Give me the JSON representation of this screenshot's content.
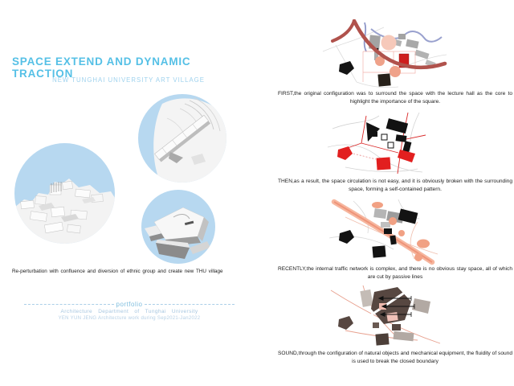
{
  "header": {
    "title": "SPACE EXTEND AND DYNAMIC TRACTION",
    "subtitle": "NEW TUNGHAI UNIVERSITY ART VILLAGE"
  },
  "left_panel": {
    "caption": "Re-perturbation with confluence and diversion of ethnic group and create new THU village",
    "renders": [
      {
        "name": "terrain-bridge-render"
      },
      {
        "name": "village-massing-render"
      },
      {
        "name": "building-closeup-render"
      }
    ]
  },
  "right_panel": {
    "figures": [
      {
        "id": "first",
        "caption": "FIRST,the original configuration was to surround the space with the lecture hall as the core to highlight the importance of the square."
      },
      {
        "id": "then",
        "caption": "THEN,as a result, the space circulation is not easy, and it is obviously broken with the surrounding space, forming a self-contained pattern."
      },
      {
        "id": "recently",
        "caption": "RECENTLY,the internal traffic network is complex, and there is no obvious stay space, all of which are cut by passive lines"
      },
      {
        "id": "sound",
        "caption": "SOUND,through the configuration of natural objects and mechanical equipment, the fluidity of sound is used to break the closed boundary"
      }
    ]
  },
  "footer": {
    "label": "portfolio",
    "department": "Architecture Department of Tunghai University",
    "author_line": "YEN YUN JENG Architecture work during Sep2021-Jan2022"
  },
  "colors": {
    "accent_blue": "#55c0e6",
    "subtitle_blue": "#9fd2ee",
    "footer_blue": "#a6c6e0",
    "circle_sky": "#b7d8f0",
    "road_dark_red": "#b0524c",
    "river_blue": "#8d96c8",
    "lecture_hall_red": "#ce1e1e",
    "highlight_red": "#e21f1f",
    "traffic_salmon": "#ef9479",
    "sound_brown": "#574741",
    "text_black": "#1a1a1a"
  }
}
